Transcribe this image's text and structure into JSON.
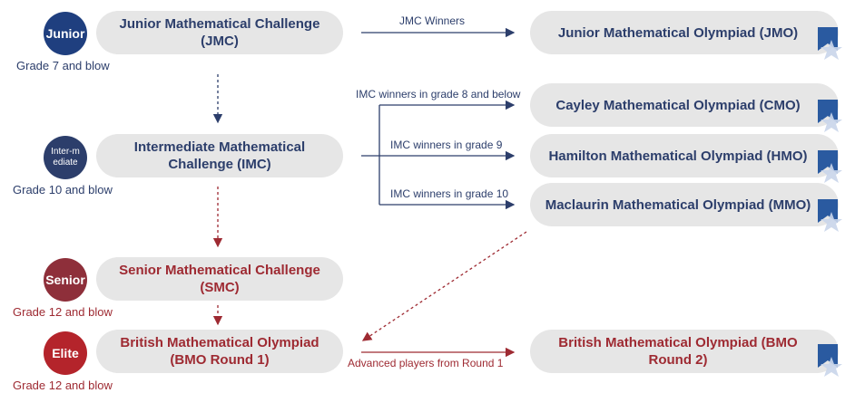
{
  "levels": [
    {
      "badge": "Junior",
      "grade": "Grade 7 and blow",
      "competition": "Junior Mathematical Challenge (JMC)"
    },
    {
      "badge": "Inter-mediate",
      "grade": "Grade 10 and blow",
      "competition": "Intermediate Mathematical Challenge (IMC)"
    },
    {
      "badge": "Senior",
      "grade": "Grade 12 and blow",
      "competition": "Senior Mathematical Challenge (SMC)"
    },
    {
      "badge": "Elite",
      "grade": "Grade 12 and blow",
      "competition": "British Mathematical Olympiad (BMO Round 1)"
    }
  ],
  "olympiads": [
    "Junior Mathematical Olympiad (JMO)",
    "Cayley Mathematical Olympiad (CMO)",
    "Hamilton Mathematical Olympiad (HMO)",
    "Maclaurin Mathematical Olympiad (MMO)",
    "British Mathematical Olympiad (BMO Round 2)"
  ],
  "edges": {
    "jmc_winners": "JMC Winners",
    "imc_grade8": "IMC winners in grade 8 and below",
    "imc_grade9": "IMC winners in grade 9",
    "imc_grade10": "IMC winners in grade 10",
    "advanced": "Advanced players from Round 1"
  },
  "colors": {
    "navy": "#2c3e6b",
    "red": "#9e2a32",
    "pill": "#e6e6e6",
    "badge_blue": "#2a5aa0",
    "star": "#c9d5ea"
  }
}
